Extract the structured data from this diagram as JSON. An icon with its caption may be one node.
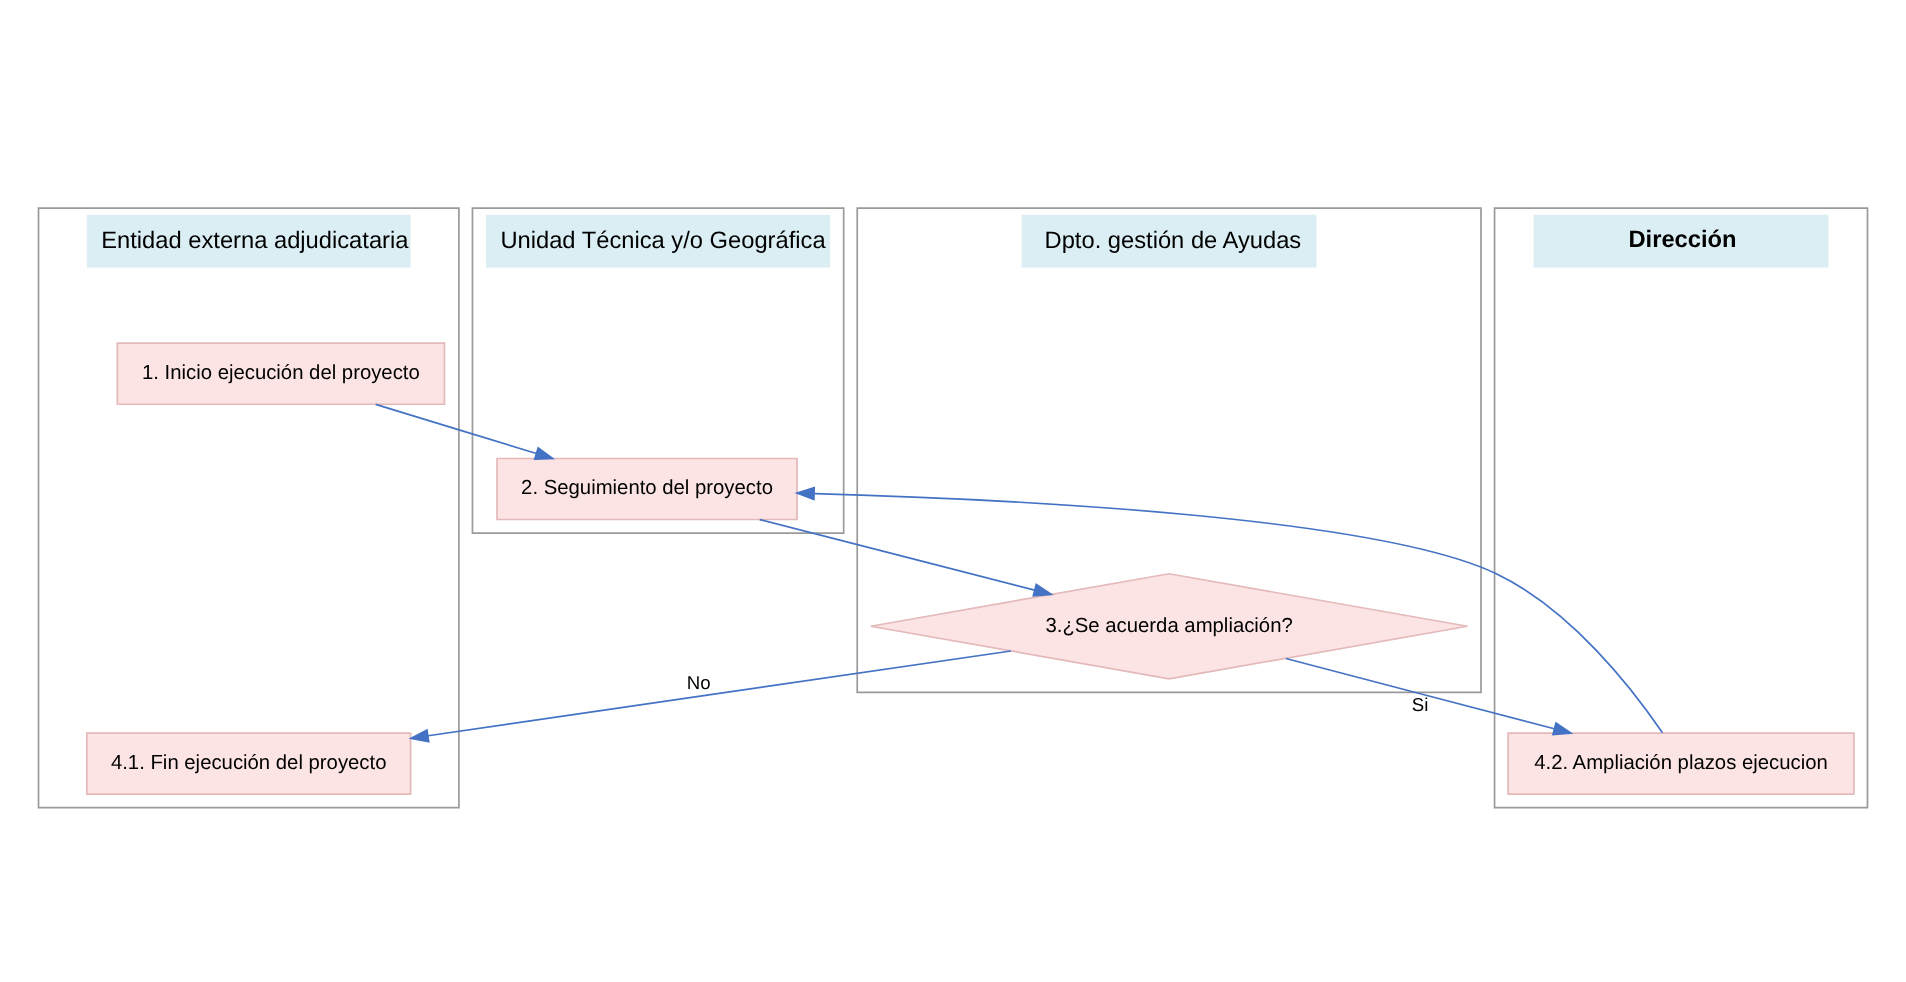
{
  "diagram": {
    "nodes": [
      {
        "text": [
          "Dpto. gestión de Ayudas"
        ]
      },
      {
        "text": [
          "Entidad externa adjudicataria"
        ]
      },
      {
        "text": [
          "Unidad Técnica y/o Geográfica"
        ]
      },
      {
        "text": [
          "Dirección"
        ]
      },
      {
        "text": [
          "1. Inicio ejecución del proyecto"
        ],
        "in": 1
      },
      {
        "text": [
          "2. Seguimiento del proyecto"
        ],
        "in": 2
      },
      {
        "text": [
          "3.¿Se acuerda ampliación?"
        ],
        "in": 0
      },
      {
        "text": [
          "4.1. Fin ejecución del proyecto"
        ],
        "in": 1
      },
      {
        "text": [
          "4.2. Ampliación plazos ejecucion"
        ],
        "in": 3
      }
    ],
    "edges": [
      {
        "from": 4,
        "to": 5,
        "arrow": "to"
      },
      {
        "from": 5,
        "to": 6,
        "arrow": "to"
      },
      {
        "from": 6,
        "to": 7,
        "arrow": "to",
        "label": "No"
      },
      {
        "from": 6,
        "to": 8,
        "arrow": "to",
        "label": "Si"
      },
      {
        "from": 8,
        "to": 5,
        "arrow": "to"
      }
    ]
  }
}
